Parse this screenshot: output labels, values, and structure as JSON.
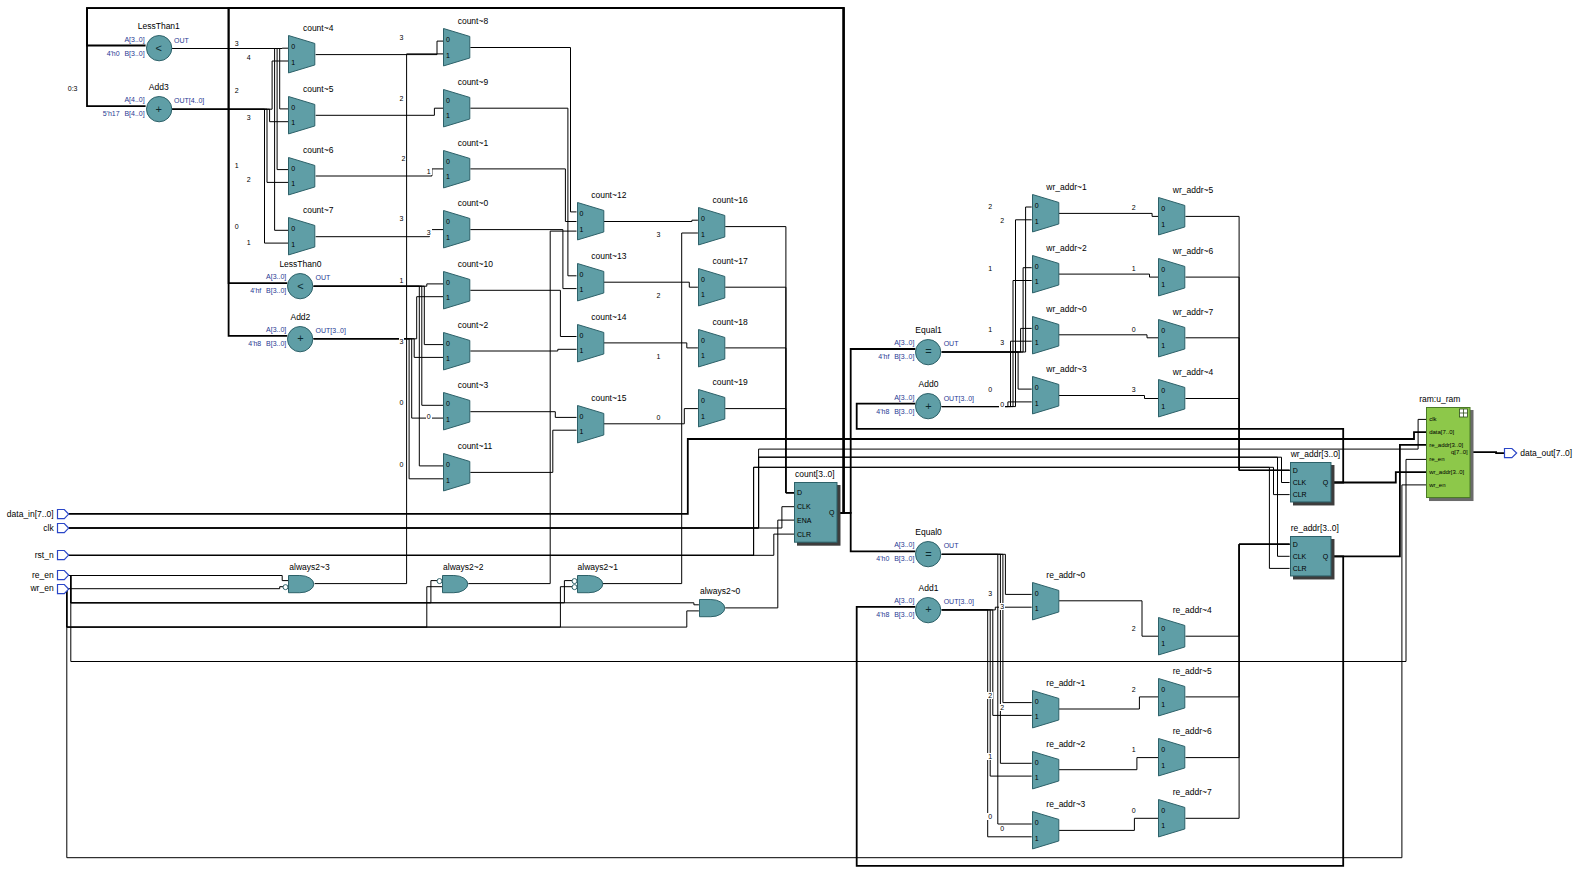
{
  "diagram": {
    "nodes": [
      {
        "text": [
          "data_in[7..0]"
        ]
      },
      {
        "text": [
          "clk"
        ]
      },
      {
        "text": [
          "rst_n"
        ]
      },
      {
        "text": [
          "re_en"
        ]
      },
      {
        "text": [
          "wr_en"
        ]
      },
      {
        "text": [
          "LessThan1",
          "A[3..0]",
          "B[3..0]",
          "OUT",
          "<"
        ]
      },
      {
        "text": [
          "Add3",
          "A[4..0]",
          "B[4..0]",
          "OUT[4..0]",
          "+"
        ]
      },
      {
        "text": [
          "LessThan0",
          "A[3..0]",
          "B[3..0]",
          "OUT",
          "<"
        ]
      },
      {
        "text": [
          "Add2",
          "A[3..0]",
          "B[3..0]",
          "OUT[3..0]",
          "+"
        ]
      },
      {
        "text": [
          "count~4",
          "0",
          "1"
        ]
      },
      {
        "text": [
          "count~5",
          "0",
          "1"
        ]
      },
      {
        "text": [
          "count~6",
          "0",
          "1"
        ]
      },
      {
        "text": [
          "count~7",
          "0",
          "1"
        ]
      },
      {
        "text": [
          "count~8",
          "0",
          "1"
        ]
      },
      {
        "text": [
          "count~9",
          "0",
          "1"
        ]
      },
      {
        "text": [
          "count~1",
          "0",
          "1"
        ]
      },
      {
        "text": [
          "count~0",
          "0",
          "1"
        ]
      },
      {
        "text": [
          "count~10",
          "0",
          "1"
        ]
      },
      {
        "text": [
          "count~2",
          "0",
          "1"
        ]
      },
      {
        "text": [
          "count~3",
          "0",
          "1"
        ]
      },
      {
        "text": [
          "count~11",
          "0",
          "1"
        ]
      },
      {
        "text": [
          "count~12",
          "0",
          "1"
        ]
      },
      {
        "text": [
          "count~13",
          "0",
          "1"
        ]
      },
      {
        "text": [
          "count~14",
          "0",
          "1"
        ]
      },
      {
        "text": [
          "count~15",
          "0",
          "1"
        ]
      },
      {
        "text": [
          "count~16",
          "0",
          "1"
        ]
      },
      {
        "text": [
          "count~17",
          "0",
          "1"
        ]
      },
      {
        "text": [
          "count~18",
          "0",
          "1"
        ]
      },
      {
        "text": [
          "count~19",
          "0",
          "1"
        ]
      },
      {
        "text": [
          "always2~3"
        ]
      },
      {
        "text": [
          "always2~2"
        ]
      },
      {
        "text": [
          "always2~1"
        ]
      },
      {
        "text": [
          "always2~0"
        ]
      },
      {
        "text": [
          "count[3..0]",
          "D",
          "CLK",
          "ENA",
          "CLR",
          "Q"
        ]
      },
      {
        "text": [
          "Equal1",
          "A[3..0]",
          "B[3..0]",
          "OUT",
          "="
        ]
      },
      {
        "text": [
          "Add0",
          "A[3..0]",
          "B[3..0]",
          "OUT[3..0]",
          "+"
        ]
      },
      {
        "text": [
          "Equal0",
          "A[3..0]",
          "B[3..0]",
          "OUT",
          "="
        ]
      },
      {
        "text": [
          "Add1",
          "A[3..0]",
          "B[3..0]",
          "OUT[3..0]",
          "+"
        ]
      },
      {
        "text": [
          "wr_addr~1",
          "0",
          "1"
        ]
      },
      {
        "text": [
          "wr_addr~2",
          "0",
          "1"
        ]
      },
      {
        "text": [
          "wr_addr~0",
          "0",
          "1"
        ]
      },
      {
        "text": [
          "wr_addr~3",
          "0",
          "1"
        ]
      },
      {
        "text": [
          "wr_addr~5",
          "0",
          "1"
        ]
      },
      {
        "text": [
          "wr_addr~6",
          "0",
          "1"
        ]
      },
      {
        "text": [
          "wr_addr~7",
          "0",
          "1"
        ]
      },
      {
        "text": [
          "wr_addr~4",
          "0",
          "1"
        ]
      },
      {
        "text": [
          "re_addr~0",
          "0",
          "1"
        ]
      },
      {
        "text": [
          "re_addr~1",
          "0",
          "1"
        ]
      },
      {
        "text": [
          "re_addr~2",
          "0",
          "1"
        ]
      },
      {
        "text": [
          "re_addr~3",
          "0",
          "1"
        ]
      },
      {
        "text": [
          "re_addr~4",
          "0",
          "1"
        ]
      },
      {
        "text": [
          "re_addr~5",
          "0",
          "1"
        ]
      },
      {
        "text": [
          "re_addr~6",
          "0",
          "1"
        ]
      },
      {
        "text": [
          "re_addr~7",
          "0",
          "1"
        ]
      },
      {
        "text": [
          "wr_addr[3..0]",
          "D",
          "CLK",
          "CLR",
          "Q"
        ]
      },
      {
        "text": [
          "re_addr[3..0]",
          "D",
          "CLK",
          "CLR",
          "Q"
        ]
      },
      {
        "text": [
          "ram:u_ram",
          "clk",
          "data[7..0]",
          "re_addr[3..0]",
          "re_en",
          "wr_addr[3..0]",
          "wr_en",
          "q[7..0]"
        ]
      },
      {
        "text": [
          "data_out[7..0]"
        ]
      }
    ],
    "edges": [
      {
        "from": 0,
        "to": 56,
        "arrow": "none"
      },
      {
        "from": 1,
        "to": 33,
        "arrow": "none"
      },
      {
        "from": 1,
        "to": 54,
        "arrow": "none"
      },
      {
        "from": 1,
        "to": 55,
        "arrow": "none"
      },
      {
        "from": 1,
        "to": 56,
        "arrow": "none"
      },
      {
        "from": 2,
        "to": 33,
        "arrow": "none"
      },
      {
        "from": 2,
        "to": 54,
        "arrow": "none"
      },
      {
        "from": 2,
        "to": 55,
        "arrow": "none"
      },
      {
        "from": 3,
        "to": 29,
        "arrow": "none"
      },
      {
        "from": 3,
        "to": 30,
        "arrow": "none"
      },
      {
        "from": 3,
        "to": 31,
        "arrow": "none"
      },
      {
        "from": 3,
        "to": 32,
        "arrow": "none"
      },
      {
        "from": 3,
        "to": 56,
        "arrow": "none"
      },
      {
        "from": 4,
        "to": 29,
        "arrow": "none"
      },
      {
        "from": 4,
        "to": 30,
        "arrow": "none"
      },
      {
        "from": 4,
        "to": 31,
        "arrow": "none"
      },
      {
        "from": 4,
        "to": 32,
        "arrow": "none"
      },
      {
        "from": 4,
        "to": 56,
        "arrow": "none"
      },
      {
        "from": 29,
        "to": 13,
        "arrow": "none"
      },
      {
        "from": 30,
        "to": 21,
        "arrow": "none"
      },
      {
        "from": 31,
        "to": 25,
        "arrow": "none"
      },
      {
        "from": 32,
        "to": 33,
        "arrow": "none"
      },
      {
        "from": 33,
        "to": 5,
        "arrow": "none"
      },
      {
        "from": 33,
        "to": 6,
        "arrow": "none"
      },
      {
        "from": 33,
        "to": 7,
        "arrow": "none"
      },
      {
        "from": 33,
        "to": 8,
        "arrow": "none"
      },
      {
        "from": 33,
        "to": 34,
        "arrow": "none"
      },
      {
        "from": 33,
        "to": 36,
        "arrow": "none"
      },
      {
        "from": 5,
        "to": 9,
        "arrow": "none"
      },
      {
        "from": 5,
        "to": 10,
        "arrow": "none"
      },
      {
        "from": 5,
        "to": 11,
        "arrow": "none"
      },
      {
        "from": 5,
        "to": 12,
        "arrow": "none"
      },
      {
        "from": 6,
        "to": 9,
        "arrow": "none"
      },
      {
        "from": 6,
        "to": 10,
        "arrow": "none"
      },
      {
        "from": 6,
        "to": 11,
        "arrow": "none"
      },
      {
        "from": 6,
        "to": 12,
        "arrow": "none"
      },
      {
        "from": 9,
        "to": 13,
        "arrow": "none"
      },
      {
        "from": 10,
        "to": 14,
        "arrow": "none"
      },
      {
        "from": 11,
        "to": 15,
        "arrow": "none"
      },
      {
        "from": 12,
        "to": 16,
        "arrow": "none"
      },
      {
        "from": 7,
        "to": 17,
        "arrow": "none"
      },
      {
        "from": 7,
        "to": 18,
        "arrow": "none"
      },
      {
        "from": 7,
        "to": 19,
        "arrow": "none"
      },
      {
        "from": 7,
        "to": 20,
        "arrow": "none"
      },
      {
        "from": 8,
        "to": 17,
        "arrow": "none"
      },
      {
        "from": 8,
        "to": 18,
        "arrow": "none"
      },
      {
        "from": 8,
        "to": 19,
        "arrow": "none"
      },
      {
        "from": 8,
        "to": 20,
        "arrow": "none"
      },
      {
        "from": 13,
        "to": 21,
        "arrow": "none"
      },
      {
        "from": 15,
        "to": 21,
        "arrow": "none"
      },
      {
        "from": 14,
        "to": 22,
        "arrow": "none"
      },
      {
        "from": 16,
        "to": 22,
        "arrow": "none"
      },
      {
        "from": 17,
        "to": 23,
        "arrow": "none"
      },
      {
        "from": 18,
        "to": 23,
        "arrow": "none"
      },
      {
        "from": 19,
        "to": 24,
        "arrow": "none"
      },
      {
        "from": 20,
        "to": 24,
        "arrow": "none"
      },
      {
        "from": 21,
        "to": 25,
        "arrow": "none"
      },
      {
        "from": 22,
        "to": 26,
        "arrow": "none"
      },
      {
        "from": 23,
        "to": 27,
        "arrow": "none"
      },
      {
        "from": 24,
        "to": 28,
        "arrow": "none"
      },
      {
        "from": 25,
        "to": 33,
        "arrow": "none"
      },
      {
        "from": 26,
        "to": 33,
        "arrow": "none"
      },
      {
        "from": 27,
        "to": 33,
        "arrow": "none"
      },
      {
        "from": 28,
        "to": 33,
        "arrow": "none"
      },
      {
        "from": 34,
        "to": 38,
        "arrow": "none"
      },
      {
        "from": 34,
        "to": 39,
        "arrow": "none"
      },
      {
        "from": 34,
        "to": 40,
        "arrow": "none"
      },
      {
        "from": 34,
        "to": 41,
        "arrow": "none"
      },
      {
        "from": 35,
        "to": 38,
        "arrow": "none"
      },
      {
        "from": 35,
        "to": 39,
        "arrow": "none"
      },
      {
        "from": 35,
        "to": 40,
        "arrow": "none"
      },
      {
        "from": 35,
        "to": 41,
        "arrow": "none"
      },
      {
        "from": 38,
        "to": 42,
        "arrow": "none"
      },
      {
        "from": 39,
        "to": 43,
        "arrow": "none"
      },
      {
        "from": 40,
        "to": 44,
        "arrow": "none"
      },
      {
        "from": 41,
        "to": 45,
        "arrow": "none"
      },
      {
        "from": 42,
        "to": 54,
        "arrow": "none"
      },
      {
        "from": 43,
        "to": 54,
        "arrow": "none"
      },
      {
        "from": 44,
        "to": 54,
        "arrow": "none"
      },
      {
        "from": 45,
        "to": 54,
        "arrow": "none"
      },
      {
        "from": 54,
        "to": 35,
        "arrow": "none"
      },
      {
        "from": 54,
        "to": 56,
        "arrow": "none"
      },
      {
        "from": 36,
        "to": 46,
        "arrow": "none"
      },
      {
        "from": 36,
        "to": 47,
        "arrow": "none"
      },
      {
        "from": 36,
        "to": 48,
        "arrow": "none"
      },
      {
        "from": 36,
        "to": 49,
        "arrow": "none"
      },
      {
        "from": 37,
        "to": 46,
        "arrow": "none"
      },
      {
        "from": 37,
        "to": 47,
        "arrow": "none"
      },
      {
        "from": 37,
        "to": 48,
        "arrow": "none"
      },
      {
        "from": 37,
        "to": 49,
        "arrow": "none"
      },
      {
        "from": 46,
        "to": 50,
        "arrow": "none"
      },
      {
        "from": 47,
        "to": 51,
        "arrow": "none"
      },
      {
        "from": 48,
        "to": 52,
        "arrow": "none"
      },
      {
        "from": 49,
        "to": 53,
        "arrow": "none"
      },
      {
        "from": 50,
        "to": 55,
        "arrow": "none"
      },
      {
        "from": 51,
        "to": 55,
        "arrow": "none"
      },
      {
        "from": 52,
        "to": 55,
        "arrow": "none"
      },
      {
        "from": 53,
        "to": 55,
        "arrow": "none"
      },
      {
        "from": 55,
        "to": 37,
        "arrow": "none"
      },
      {
        "from": 55,
        "to": 56,
        "arrow": "none"
      },
      {
        "from": 56,
        "to": 57,
        "arrow": "none"
      }
    ],
    "labels": [
      "4'h0",
      "5'h17",
      "4'hf",
      "4'h8",
      "4'hf",
      "4'h8",
      "4'h0",
      "4'h8",
      "0:3",
      "3",
      "4",
      "2",
      "3",
      "1",
      "2",
      "0",
      "1",
      "3",
      "2",
      "2",
      "1",
      "3",
      "3",
      "1",
      "3",
      "0",
      "0",
      "0",
      "3",
      "2",
      "1",
      "0",
      "2",
      "2",
      "1",
      "1",
      "3",
      "0",
      "0",
      "2",
      "1",
      "0",
      "3",
      "3",
      "3",
      "2",
      "2",
      "1",
      "0",
      "0",
      "2",
      "2",
      "1",
      "0"
    ]
  }
}
